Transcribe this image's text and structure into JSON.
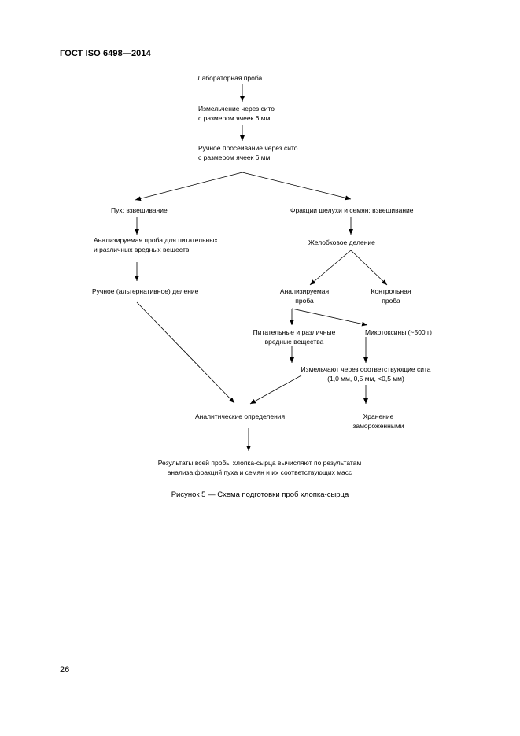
{
  "document": {
    "header": "ГОСТ ISO 6498—2014",
    "page_number": "26",
    "caption": "Рисунок 5 — Схема подготовки проб хлопка-сырца"
  },
  "flowchart": {
    "lab_sample": "Лабораторная проба",
    "grind_line1": "Измельчение через сито",
    "grind_line2": "с размером ячеек 6 мм",
    "sieve_line1": "Ручное просеивание через сито",
    "sieve_line2": "с размером ячеек 6 мм",
    "lint_weighing": "Пух: взвешивание",
    "husk_weighing": "Фракции шелухи и семян: взвешивание",
    "analyzed_left_line1": "Анализируемая проба для питательных",
    "analyzed_left_line2": "и различных вредных веществ",
    "manual_division": "Ручное (альтернативное) деление",
    "riffle_division": "Желобковое деление",
    "analyzed_sample_line1": "Анализируемая",
    "analyzed_sample_line2": "проба",
    "control_sample_line1": "Контрольная",
    "control_sample_line2": "проба",
    "nutrients_line1": "Питательные и различные",
    "nutrients_line2": "вредные вещества",
    "mycotoxins": "Микотоксины (~500 г)",
    "grind_sieves_line1": "Измельчают через соответствующие сита",
    "grind_sieves_line2": "(1,0 мм, 0,5 мм, <0,5 мм)",
    "analytical": "Аналитические определения",
    "storage_line1": "Хранение",
    "storage_line2": "замороженными",
    "result_line1": "Результаты всей пробы хлопка-сырца вычисляют по результатам",
    "result_line2": "анализа фракций пуха и семян и их соответствующих масс"
  }
}
